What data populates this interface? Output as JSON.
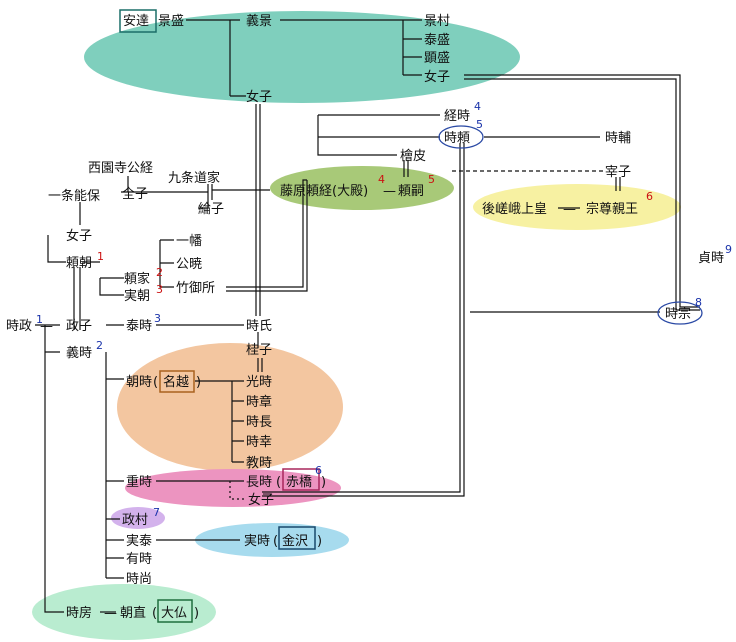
{
  "colors": {
    "teal": "#7fcfbd",
    "green": "#a8c978",
    "yellow": "#f7f1a2",
    "orange": "#f3c6a0",
    "pink": "#ec94c0",
    "lavender": "#d3b2ec",
    "skyblue": "#a7dbee",
    "mint": "#b9ecd0",
    "regent_num": "#1a33aa",
    "shogun_num": "#cc1111",
    "box_teal": "#1b6e68",
    "box_orange": "#a9621f",
    "box_pink": "#a8265c",
    "box_green": "#1f6e3d",
    "box_blue": "#18496c"
  },
  "people": {
    "adachi": "安達",
    "kagemori": "景盛",
    "yoshikage": "義景",
    "kagemura": "景村",
    "yasumori": "泰盛",
    "akimori": "顕盛",
    "adachi_musume": "女子",
    "yoshikage_musume": "女子",
    "tsunetoki": "経時",
    "tokiyori": "時頼",
    "tokisuke": "時輔",
    "hinoki": "檜皮",
    "saishi": "宰子",
    "saionji": "西園寺公経",
    "kujo": "九条道家",
    "zenshi": "全子",
    "rinshi": "綸子",
    "ichijo": "一条能保",
    "ichijo_musume": "女子",
    "yoritsune": "藤原頼経(大殿)",
    "yoritsugu": "頼嗣",
    "gosaga": "後嵯峨上皇",
    "munetaka": "宗尊親王",
    "yoritomo": "頼朝",
    "ichiman": "一幡",
    "kugyo": "公暁",
    "takemi": "竹御所",
    "yoriie": "頼家",
    "sanetomo": "実朝",
    "tokimasa": "時政",
    "masako": "政子",
    "yoshitoki": "義時",
    "sadatoki": "貞時",
    "tokimune": "時宗",
    "yasutoki": "泰時",
    "tokiuji": "時氏",
    "keiko": "桂子",
    "tomotoki": "朝時",
    "nagoe": "名越",
    "mitsutoki": "光時",
    "tokiaki": "時章",
    "tokinaga_n": "時長",
    "tokiyuki": "時幸",
    "noritoki": "教時",
    "shigetoki": "重時",
    "nagatoki": "長時",
    "akahashi": "赤橋",
    "shigetoki_musume": "女子",
    "masamura": "政村",
    "sanetoki_y": "実泰",
    "sanetoki": "実時",
    "kanazawa": "金沢",
    "aritoki": "有時",
    "tokinao": "時尚",
    "tokifusa": "時房",
    "tomonao": "朝直",
    "osaragi": "大仏"
  },
  "numbers": {
    "tsunetoki": "4",
    "tokiyori": "5",
    "yoritsune": "4",
    "yoritsugu": "5",
    "munetaka": "6",
    "yoritomo": "1",
    "yoriie": "2",
    "sanetomo": "3",
    "tokimasa": "1",
    "yoshitoki": "2",
    "yasutoki": "3",
    "sadatoki": "9",
    "tokimune": "8",
    "nagatoki": "6",
    "masamura": "7"
  },
  "separators": {
    "dash": "—",
    "paren_open": "(",
    "paren_close": ")"
  }
}
